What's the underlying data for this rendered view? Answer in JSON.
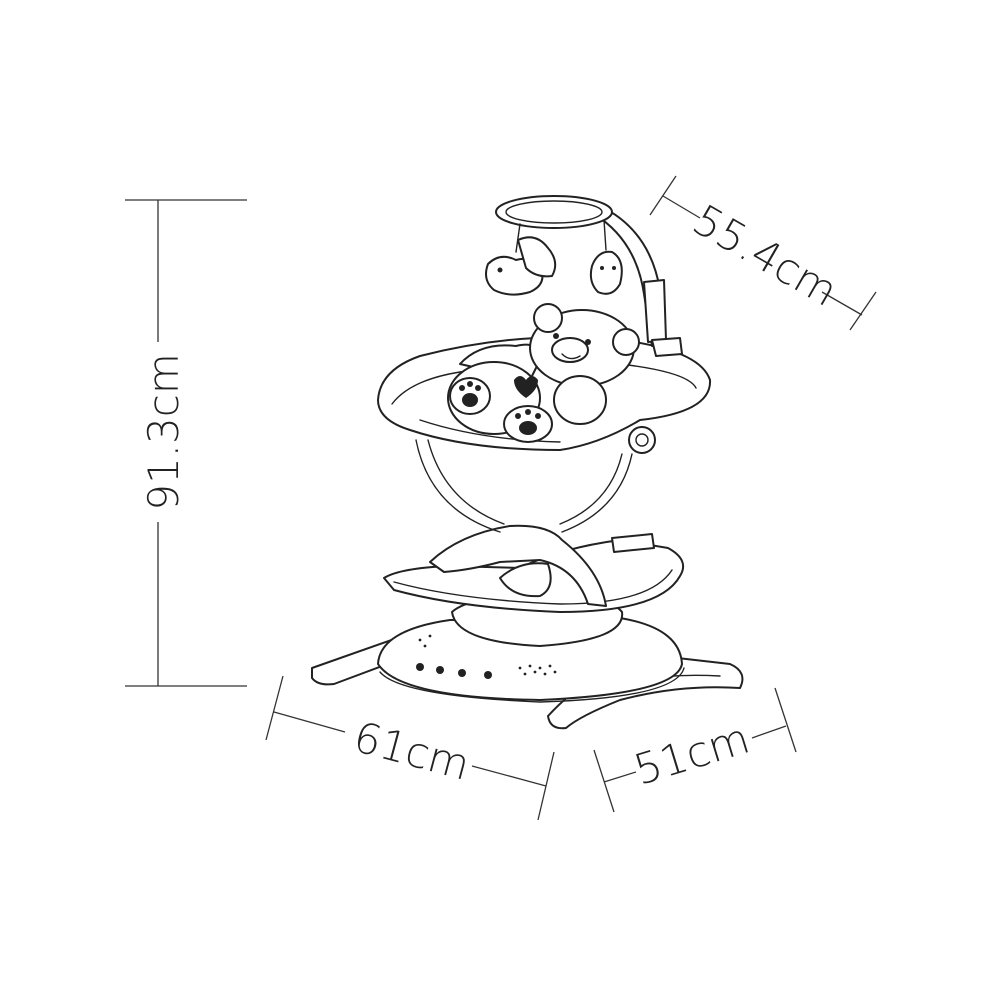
{
  "dimensions": {
    "height": "91.3cm",
    "depth_top": "55.4cm",
    "width_front": "61cm",
    "width_side": "51cm"
  }
}
